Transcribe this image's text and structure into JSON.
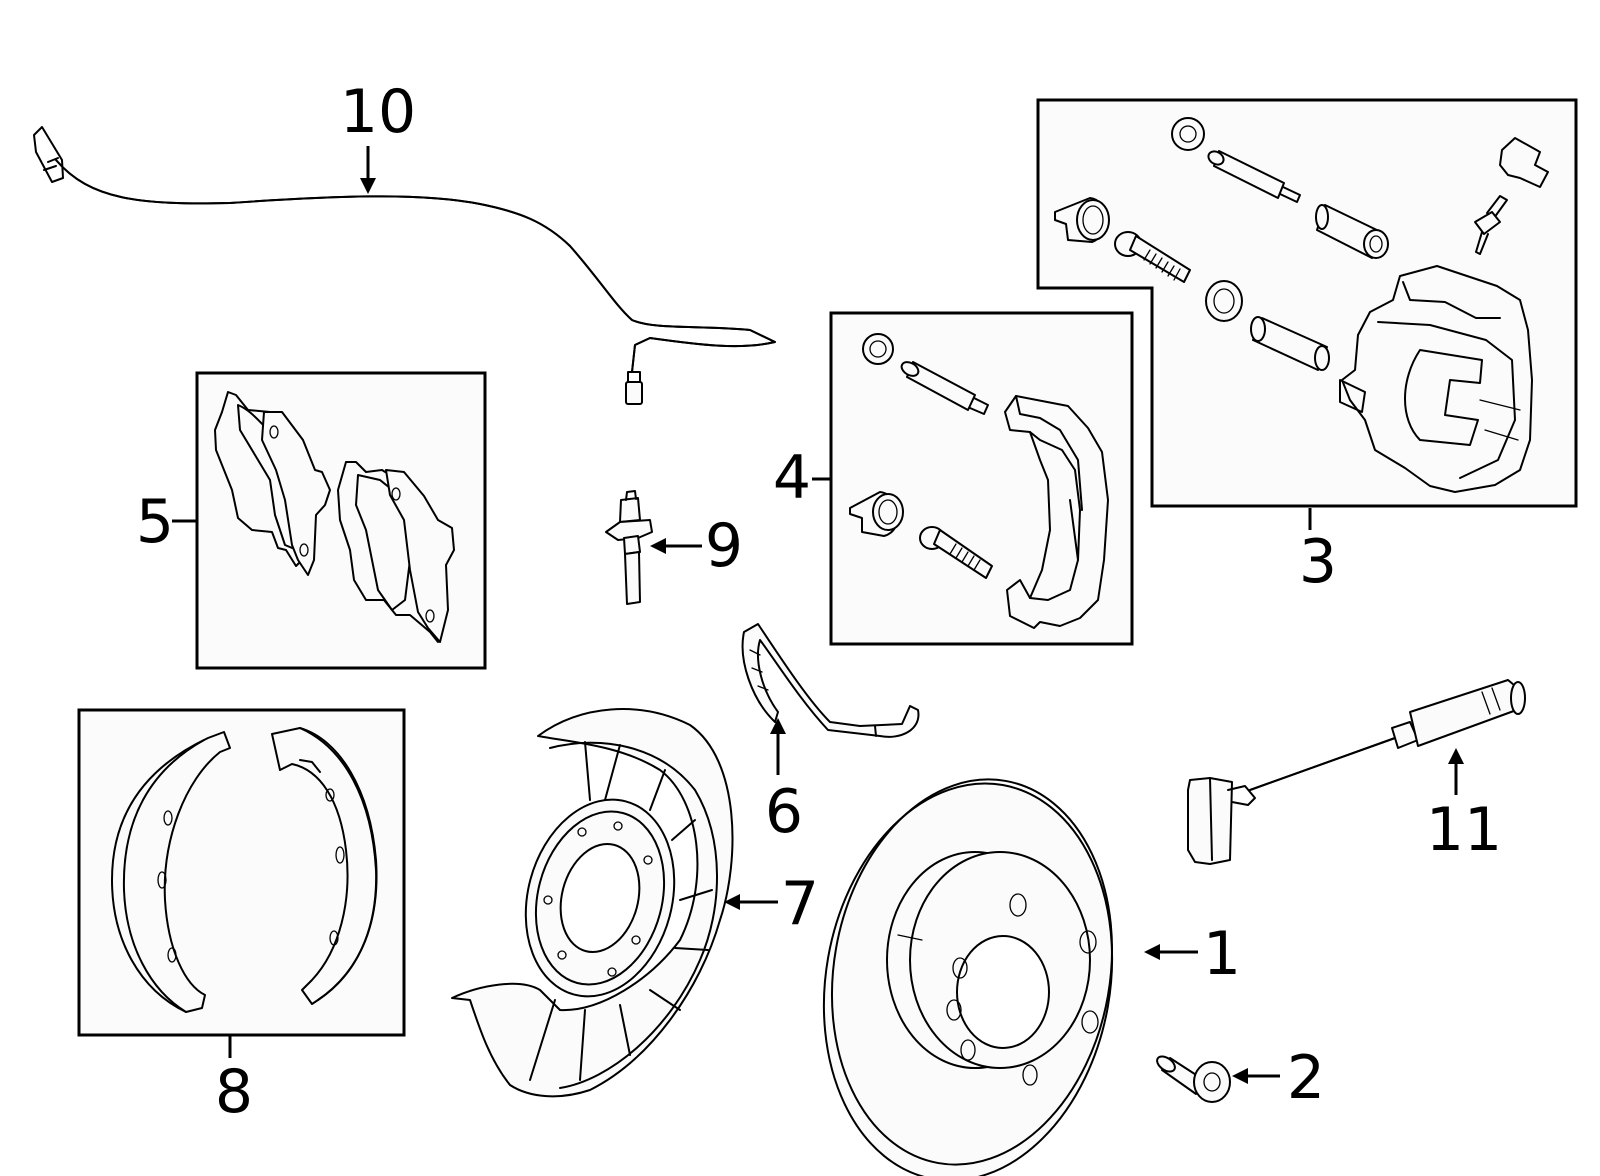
{
  "callouts": {
    "c1": "1",
    "c2": "2",
    "c3": "3",
    "c4": "4",
    "c5": "5",
    "c6": "6",
    "c7": "7",
    "c8": "8",
    "c9": "9",
    "c10": "10",
    "c11": "11"
  },
  "colors": {
    "line": "#000000",
    "background": "#ffffff",
    "box_fill": "#fbfbfb"
  }
}
